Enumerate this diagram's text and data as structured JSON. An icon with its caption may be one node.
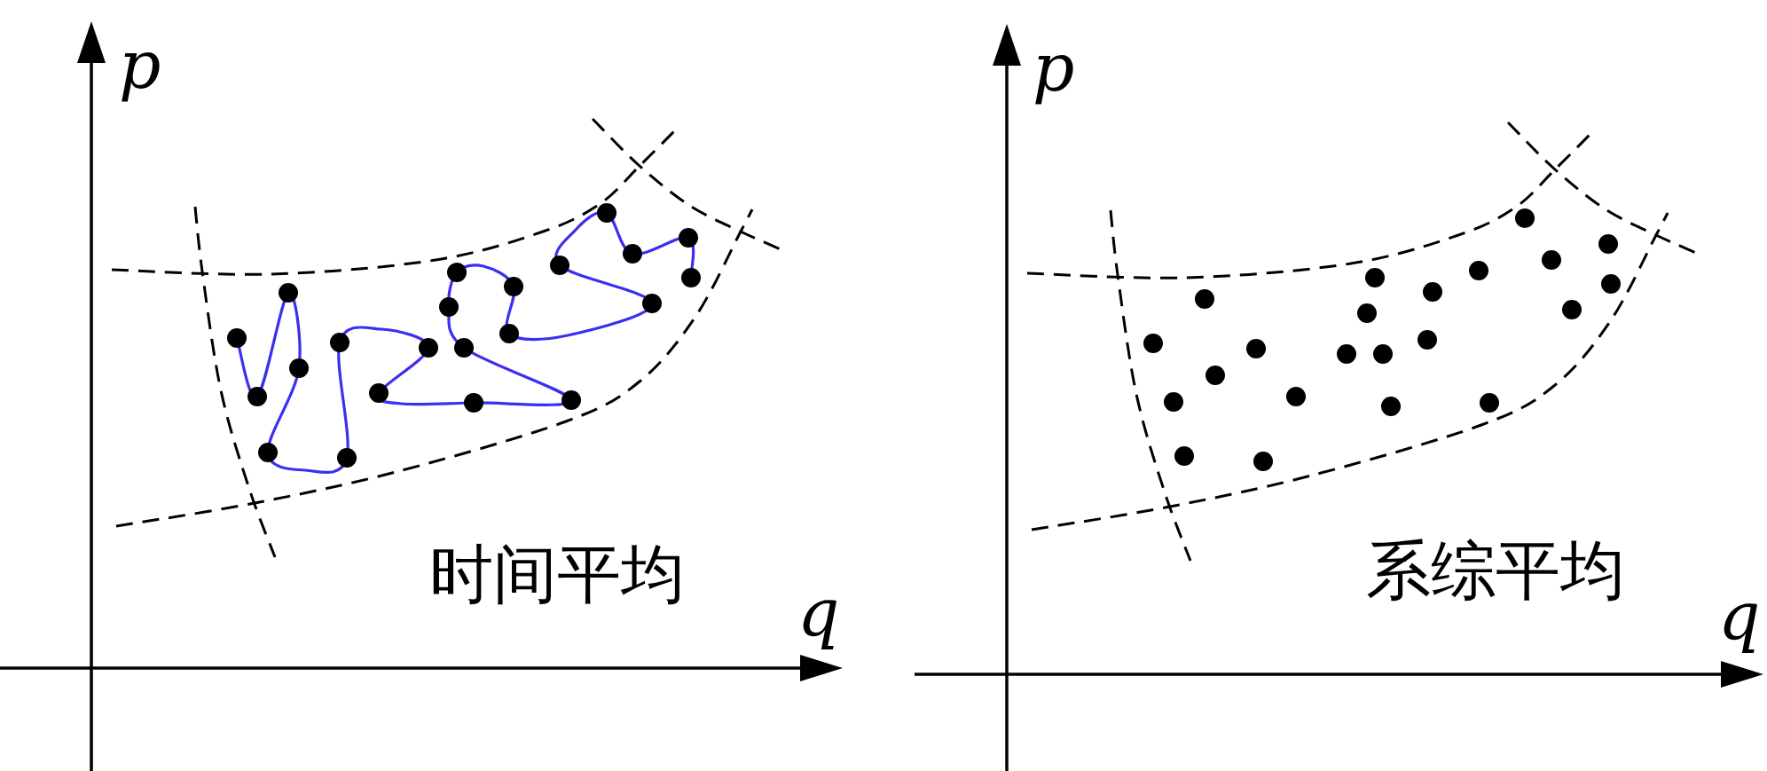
{
  "diagram": {
    "labels": [
      "p",
      "时间平均",
      "q",
      "p",
      "系综平均",
      "q"
    ]
  }
}
